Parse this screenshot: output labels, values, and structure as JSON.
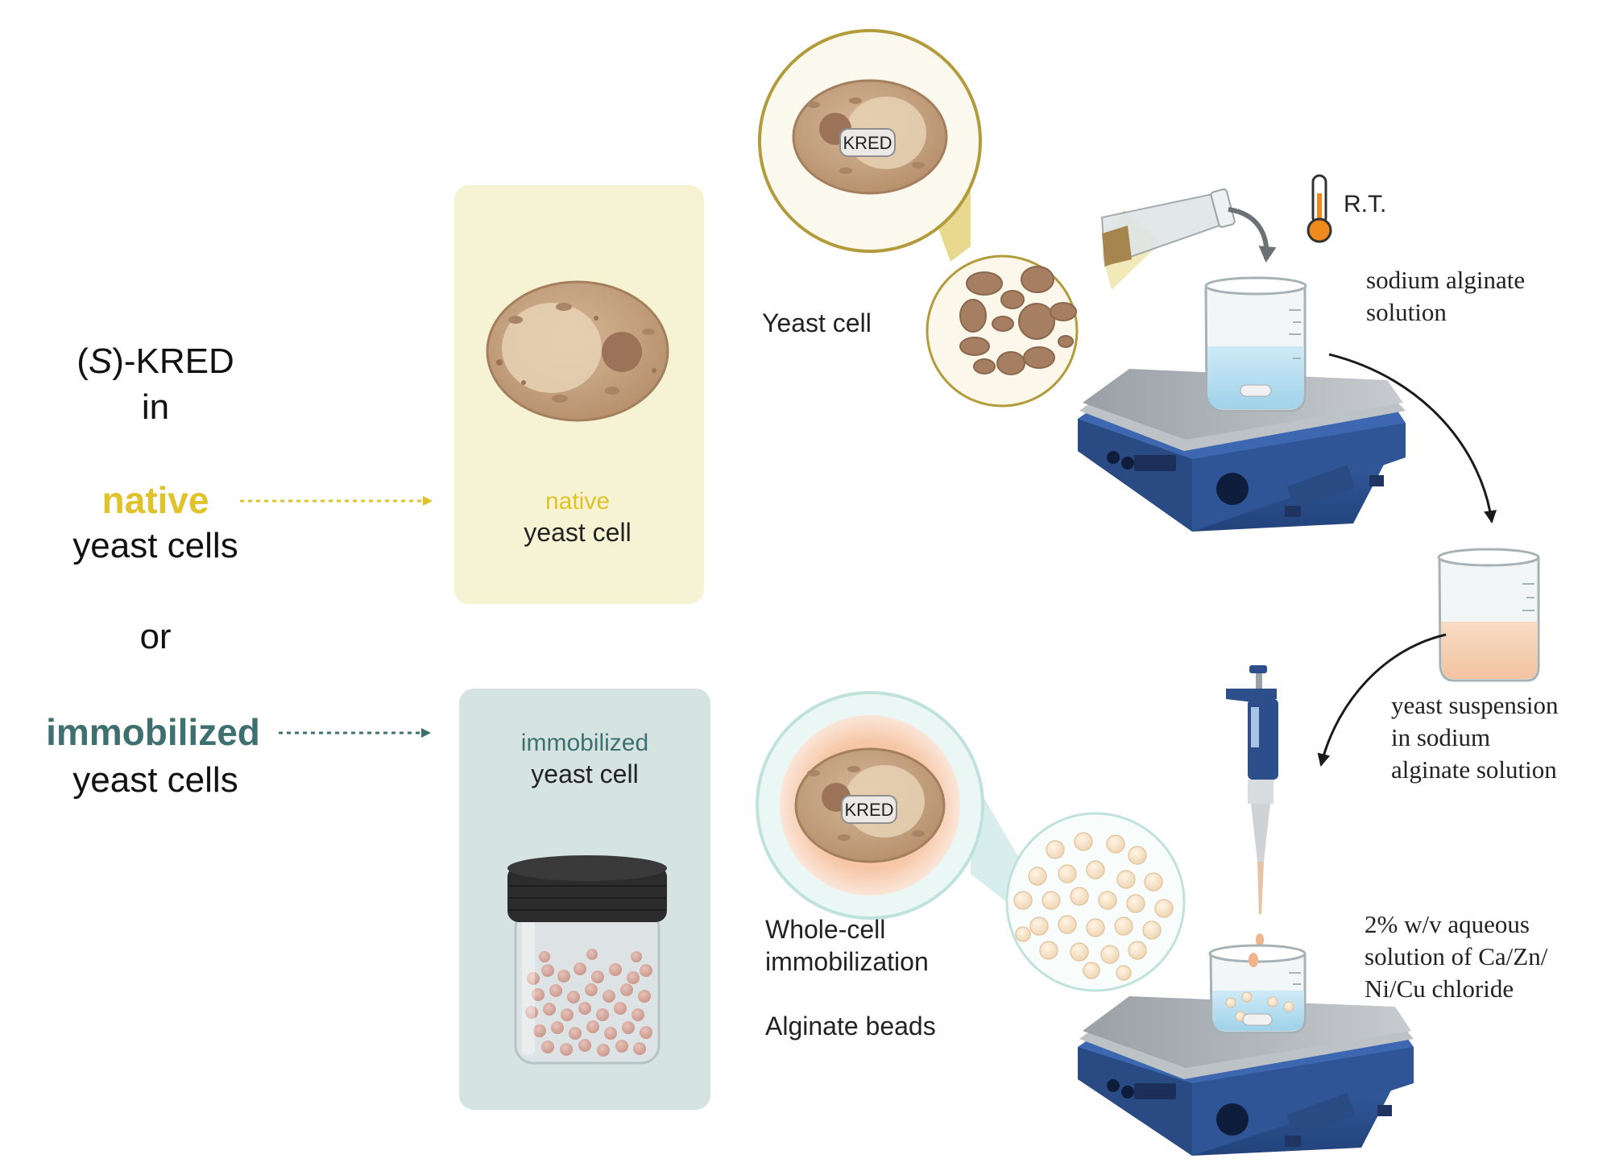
{
  "left_panel": {
    "kred_prefix": "(",
    "kred_italic": "S",
    "kred_suffix": ")-KRED",
    "in_label": "in",
    "native_label": "native",
    "native_cells_label": "yeast cells",
    "or_label": "or",
    "immobilized_label": "immobilized",
    "immobilized_cells_label": "yeast cells"
  },
  "native_card": {
    "title": "native",
    "subtitle": "yeast cell"
  },
  "immobilized_card": {
    "title": "immobilized",
    "subtitle": "yeast cell"
  },
  "process": {
    "kred_badge_top": "KRED",
    "kred_badge_bottom": "KRED",
    "yeast_cell_label": "Yeast cell",
    "temperature_label": "R.T.",
    "sodium_alginate_line1": "sodium alginate",
    "sodium_alginate_line2": "solution",
    "suspension_line1": "yeast suspension",
    "suspension_line2": "in sodium",
    "suspension_line3": "alginate solution",
    "immobilization_line1": "Whole-cell",
    "immobilization_line2": "immobilization",
    "beads_label": "Alginate beads",
    "chloride_line1": "2% w/v aqueous",
    "chloride_line2": "solution of  Ca/Zn/",
    "chloride_line3": "Ni/Cu chloride"
  },
  "colors": {
    "native_accent": "#e0c22a",
    "immobilized_accent": "#3f7070",
    "native_card_bg": "#f6f3d4",
    "immobilized_card_bg": "#d5e4e1",
    "stirrer_blue": "#2c4f8c",
    "yeast_brown": "#c7a688"
  },
  "icons": {
    "thermometer": "thermometer-icon",
    "flask": "flask-icon",
    "beaker": "beaker-icon",
    "stirrer": "magnetic-stirrer-icon",
    "pipette": "pipette-icon",
    "jar": "jar-icon"
  }
}
